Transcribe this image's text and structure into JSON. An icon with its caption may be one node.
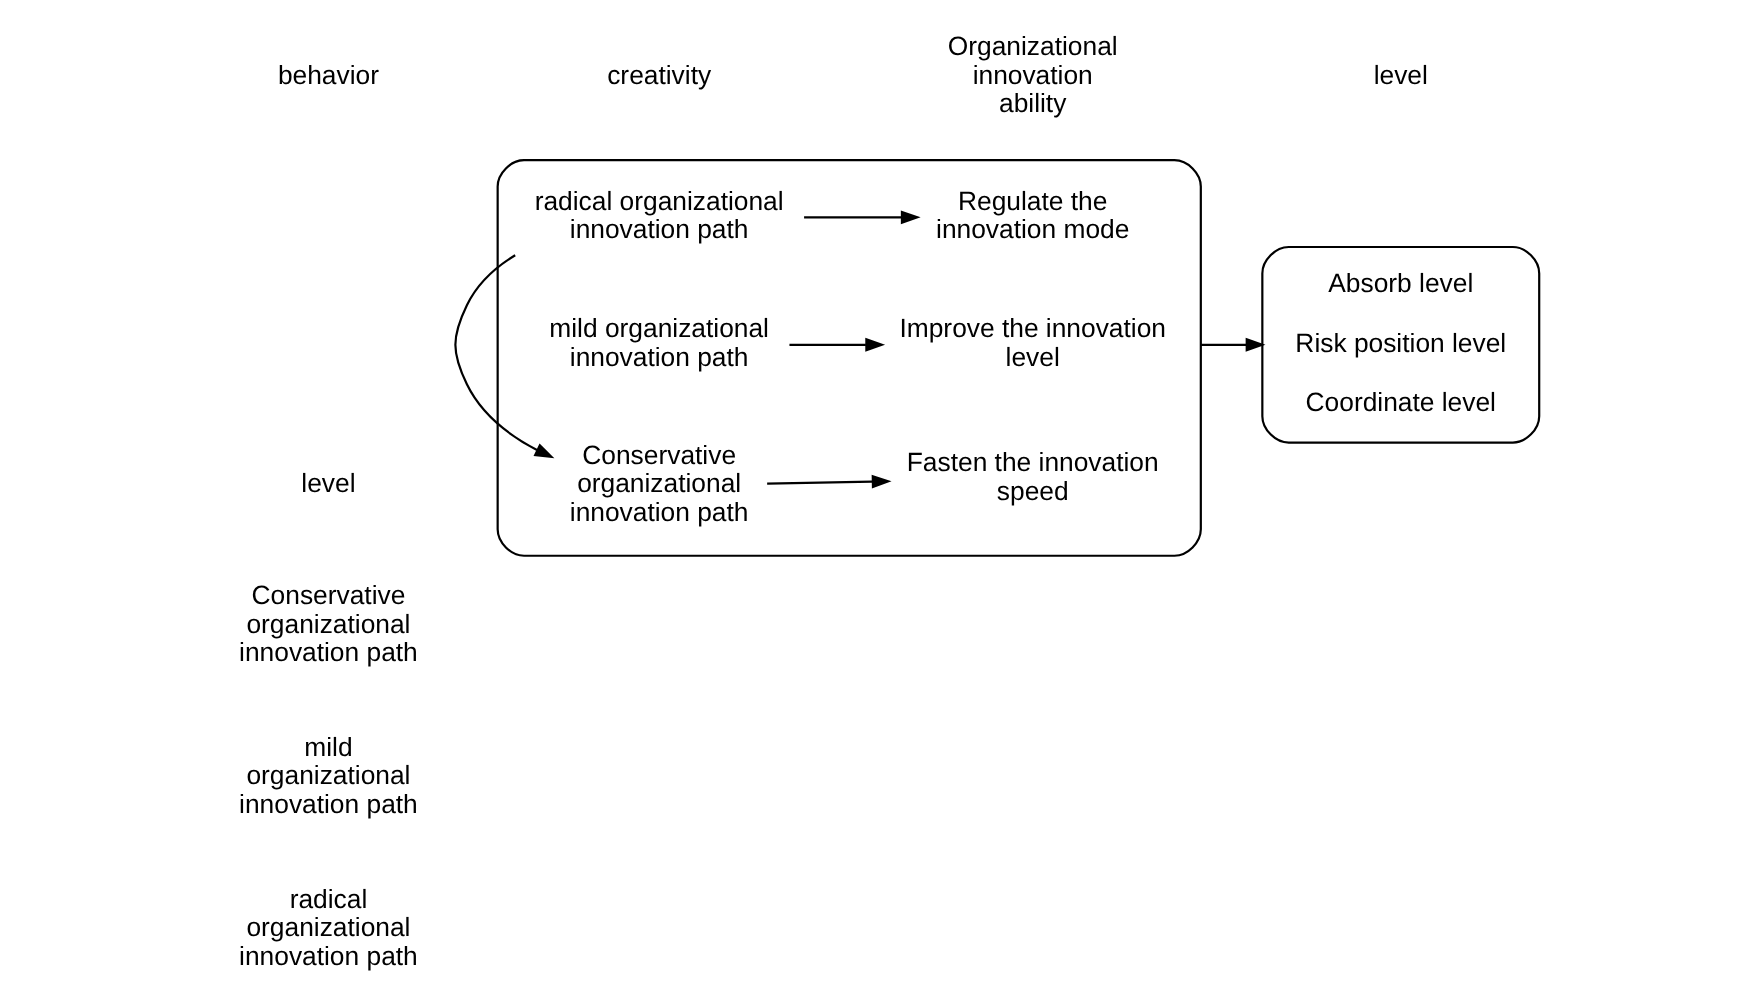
{
  "diagram": {
    "nodes": [
      {
        "text": [],
        "shape": "box"
      },
      {
        "text": [
          "Conservative organizational innovation path"
        ],
        "in": 0
      },
      {
        "text": [
          "Fasten the innovation speed"
        ],
        "in": 0
      },
      {
        "text": [
          "mild organizational innovation path"
        ],
        "in": 0
      },
      {
        "text": [
          "Improve the innovation level"
        ],
        "in": 0
      },
      {
        "text": [
          "radical organizational innovation path"
        ],
        "in": 0
      },
      {
        "text": [
          "Regulate the innovation mode"
        ],
        "in": 0
      },
      {
        "text": [
          "Absorb level",
          "Risk position level",
          "Coordinate level"
        ]
      }
    ],
    "edges": [
      {
        "from": 1,
        "to": 2,
        "arrow": "to"
      },
      {
        "from": 3,
        "to": 4,
        "arrow": "to"
      },
      {
        "from": 5,
        "to": 6,
        "arrow": "to"
      },
      {
        "from": 5,
        "to": 1,
        "arrow": "to"
      },
      {
        "from": 0,
        "to": 7,
        "arrow": "to"
      }
    ],
    "labels": [
      "level",
      "Conservative organizational innovation path",
      "mild organizational innovation path",
      "radical organizational innovation path",
      "behavior",
      "creativity",
      "Organizational innovation ability",
      "level"
    ]
  }
}
